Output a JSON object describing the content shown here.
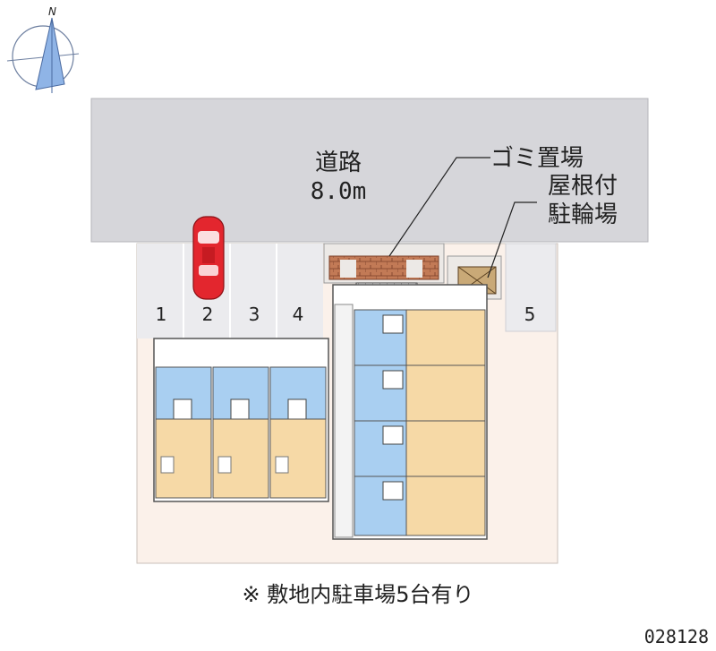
{
  "compass": {
    "north_label": "N"
  },
  "road": {
    "name": "道路",
    "width": "8.0m"
  },
  "garbage": {
    "label": "ゴミ置場"
  },
  "bike": {
    "label_line1": "屋根付",
    "label_line2": "駐輪場"
  },
  "parking": {
    "spaces": [
      "1",
      "2",
      "3",
      "4",
      "5"
    ]
  },
  "note": "※ 敷地内駐車場5台有り",
  "property_code": "028128",
  "colors": {
    "road": "#d6d6da",
    "lot": "#ebebee",
    "site": "#fbf1ea",
    "room": "#f6d9a6",
    "wet_area": "#a9cff1",
    "car": "#e3262e",
    "brick": "#b86a4a",
    "bike_shed": "#c9a977"
  }
}
